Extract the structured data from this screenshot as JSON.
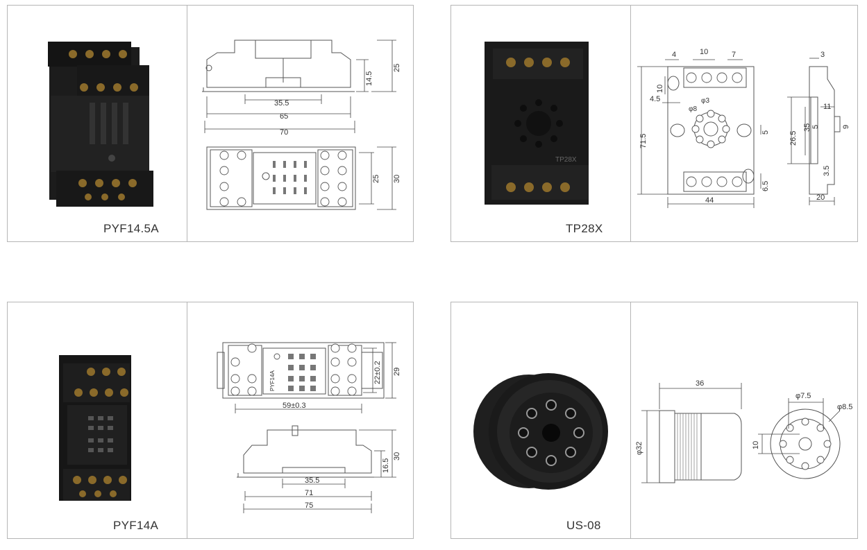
{
  "products": [
    {
      "model": "PYF14.5A",
      "dims": {
        "a": "35.5",
        "b": "65",
        "c": "70",
        "d": "14.5",
        "e": "25",
        "f": "25",
        "g": "30"
      }
    },
    {
      "model": "TP28X",
      "dims": {
        "t1": "4",
        "t2": "10",
        "t3": "7",
        "t4": "10",
        "t5": "4.5",
        "t6": "φ8",
        "t7": "φ3",
        "t8": "71.5",
        "t9": "5",
        "t10": "44",
        "t11": "6.5",
        "t12": "3",
        "t13": "11",
        "t14": "26.5",
        "t15": "35",
        "t16": "5",
        "t17": "9",
        "t18": "3.5",
        "t19": "20",
        "mark": "TP28X"
      }
    },
    {
      "model": "PYF14A",
      "dims": {
        "a": "59±0.3",
        "b": "22±0.2",
        "c": "29",
        "d": "35.5",
        "e": "71",
        "f": "75",
        "g": "16.5",
        "h": "30",
        "mark": "PYF14A"
      }
    },
    {
      "model": "US-08",
      "dims": {
        "a": "36",
        "b": "φ32",
        "c": "φ7.5",
        "d": "φ8.5",
        "e": "10"
      }
    }
  ]
}
